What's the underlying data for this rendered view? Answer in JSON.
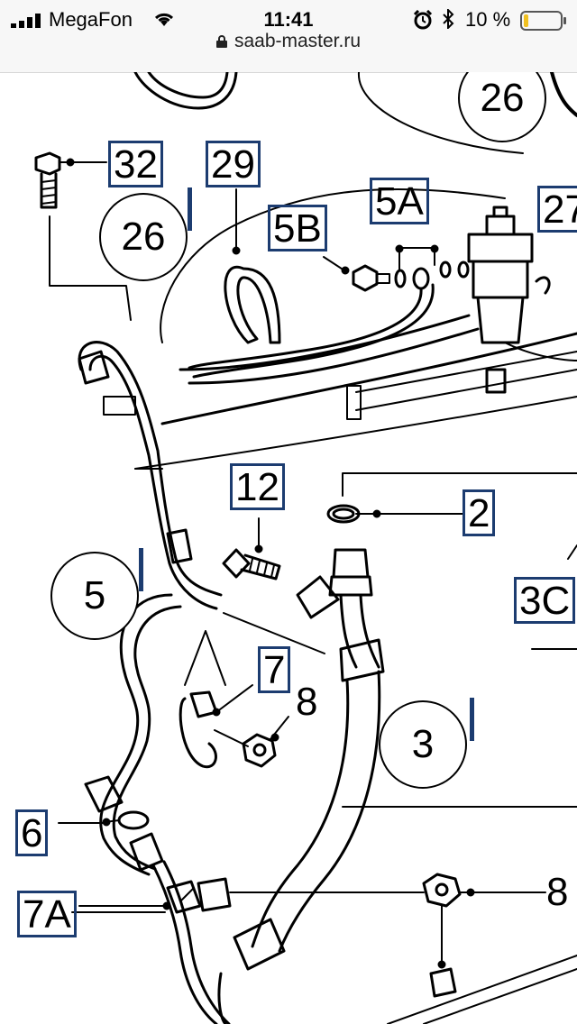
{
  "status_bar": {
    "carrier": "MegaFon",
    "time": "11:41",
    "battery_percent": "10 %",
    "battery_level": 0.1,
    "icons": [
      "signal-icon",
      "wifi-icon",
      "alarm-icon",
      "bluetooth-icon",
      "battery-icon"
    ]
  },
  "browser": {
    "url": "saab-master.ru",
    "lock_icon": "lock-icon"
  },
  "diagram": {
    "part_labels": {
      "p32": "32",
      "p29": "29",
      "p5A": "5A",
      "p5B": "5B",
      "p27": "27",
      "p12": "12",
      "p2": "2",
      "p3C": "3C",
      "p7": "7",
      "p6": "6",
      "p7A": "7A"
    },
    "plain_labels": {
      "p8a": "8",
      "p8b": "8"
    },
    "circled_labels": {
      "c26top": "26",
      "c26": "26",
      "c5": "5",
      "c3": "3"
    }
  }
}
